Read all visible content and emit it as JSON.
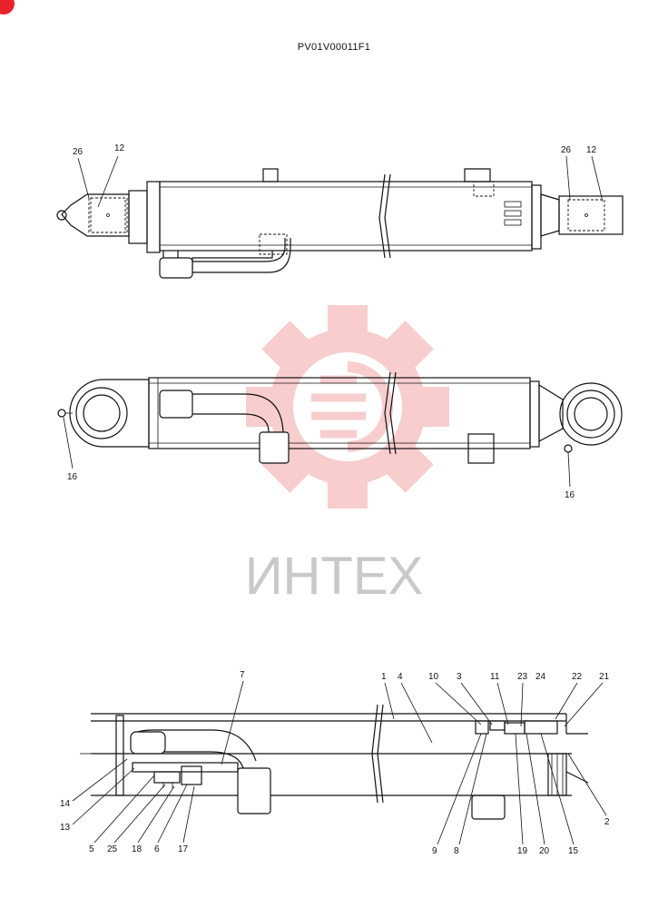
{
  "drawing": {
    "code": "PV01V00011F1"
  },
  "watermark": {
    "text": "ИНТЕХ",
    "color": "#f4a6a6"
  },
  "accent_color": "#e8222b",
  "view_top": {
    "labels": [
      "26",
      "12",
      "26",
      "12"
    ]
  },
  "view_middle": {
    "labels": [
      "16",
      "16"
    ]
  },
  "view_section": {
    "labels": [
      "7",
      "1",
      "4",
      "10",
      "3",
      "11",
      "23",
      "24",
      "22",
      "21",
      "14",
      "13",
      "5",
      "25",
      "18",
      "6",
      "17",
      "9",
      "8",
      "19",
      "20",
      "15",
      "2"
    ]
  }
}
